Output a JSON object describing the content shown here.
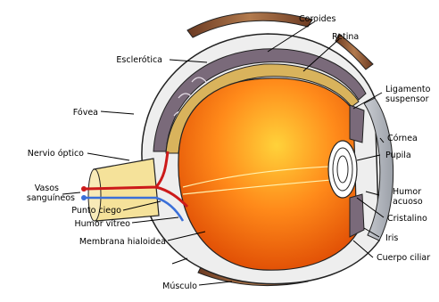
{
  "diagram": {
    "labels": {
      "coroides": "Coroides",
      "retina": "Retina",
      "esclerotica": "Esclerótica",
      "ligamento_1": "Ligamento",
      "ligamento_2": "suspensor",
      "fovea": "Fóvea",
      "cornea": "Córnea",
      "nervio_optico": "Nervio óptico",
      "pupila": "Pupila",
      "vasos_1": "Vasos",
      "vasos_2": "sanguíneos",
      "humor_acuoso_1": "Humor",
      "humor_acuoso_2": "acuoso",
      "cristalino": "Cristalino",
      "punto_ciego": "Punto ciego",
      "iris": "Iris",
      "humor_vitreo": "Humor vítreo",
      "cuerpo_ciliar": "Cuerpo ciliar",
      "membrana_hialoidea": "Membrana hialoidea",
      "musculo": "Músculo"
    },
    "colors": {
      "vitreous_inner": "#ffcc33",
      "vitreous_outer": "#e64a00",
      "sclera": "#eeeeee",
      "choroid": "#7a6a7a",
      "retina": "#d9b35c",
      "nerve": "#f5e29a",
      "muscle": "#8a5a3a",
      "vessel_red": "#cc1a1a",
      "vessel_blue": "#3a6fd8",
      "lens": "#ffffff",
      "outline": "#222222"
    }
  }
}
